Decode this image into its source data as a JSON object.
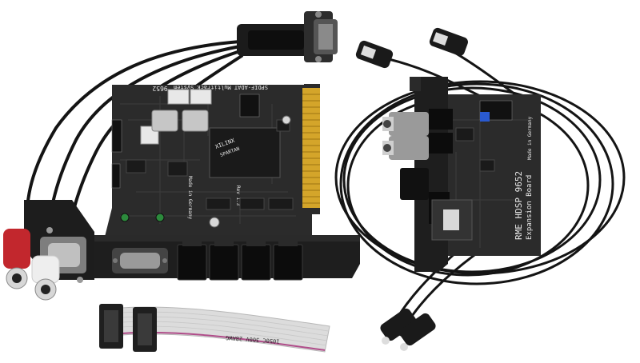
{
  "main_card": {
    "silkscreen_top": "SPDIF-ADAT Multitrack System",
    "model_number": "9652",
    "chip_brand": "XILINX",
    "chip_line": "SPARTAN",
    "made_in": "Made in Germany",
    "revision": "Rev 1.3"
  },
  "expansion_board": {
    "title": "RME HDSP 9652",
    "subtitle": "Expansion Board",
    "made_in": "Made in Germany"
  },
  "ribbon_cable": {
    "print": "1050C 300V 28AWG"
  },
  "colors": {
    "pcb": "#2b2b2b",
    "gold": "#d4a52a",
    "rca_red": "#c2272d",
    "rca_white": "#eeeeee",
    "cable": "#141414",
    "ribbon": "#dcdcdc"
  }
}
